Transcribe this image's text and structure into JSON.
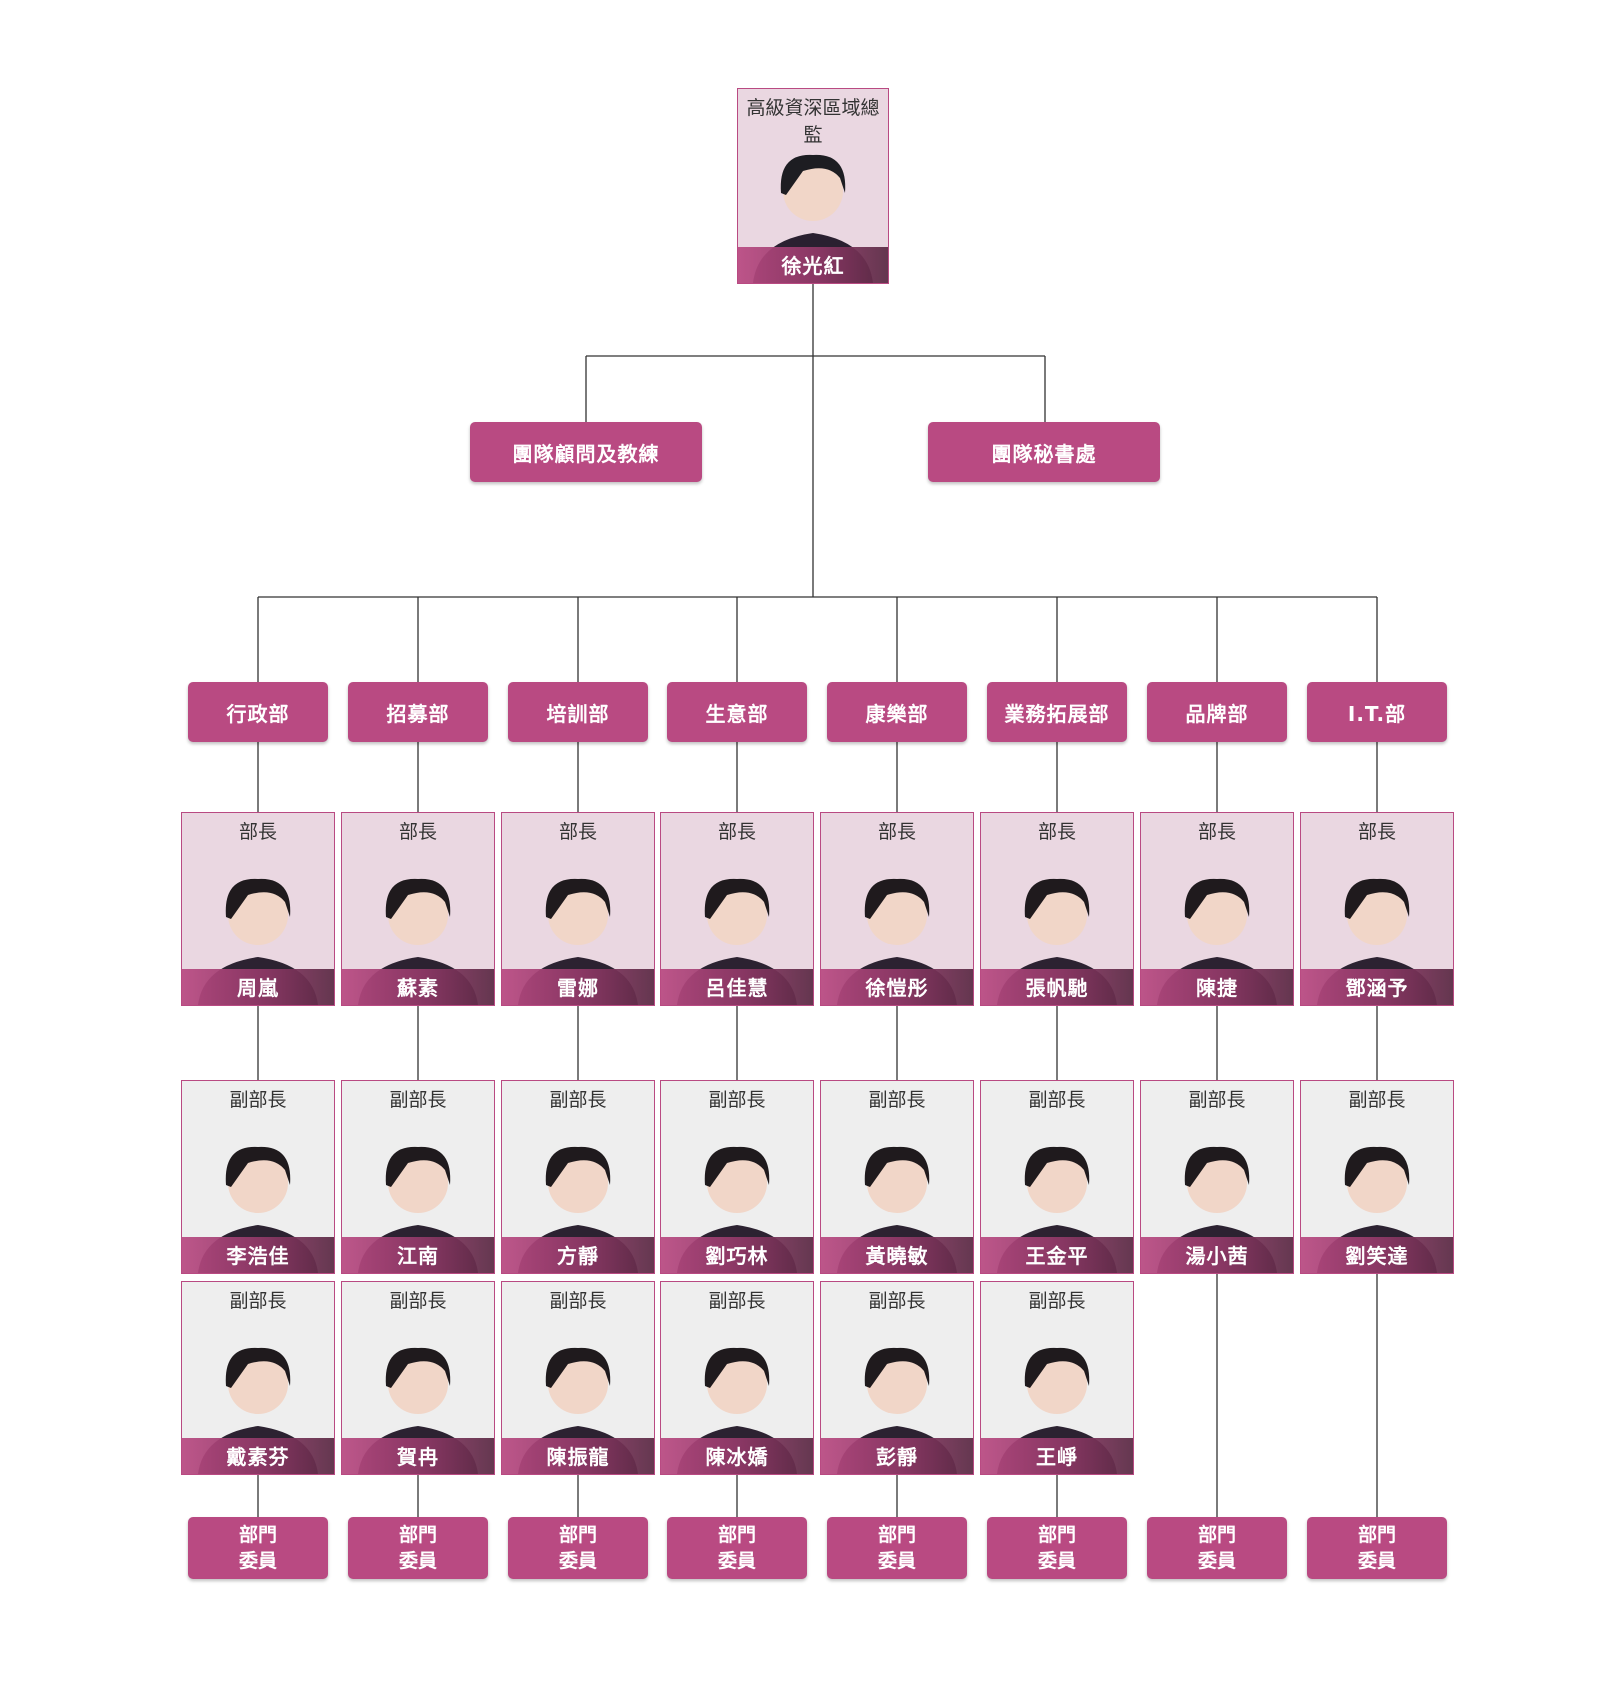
{
  "colors": {
    "accent": "#b94a82",
    "line": "#333333",
    "card_pink": "#ead7e1",
    "card_grey": "#eeeeee"
  },
  "director": {
    "role": "高級資深區域總監",
    "name": "徐光紅"
  },
  "advisors": [
    {
      "label": "團隊顧問及教練"
    },
    {
      "label": "團隊秘書處"
    }
  ],
  "departments": [
    {
      "name": "行政部",
      "head": {
        "role": "部長",
        "name": "周嵐"
      },
      "deputies": [
        {
          "role": "副部長",
          "name": "李浩佳"
        },
        {
          "role": "副部長",
          "name": "戴素芬"
        }
      ]
    },
    {
      "name": "招募部",
      "head": {
        "role": "部長",
        "name": "蘇素"
      },
      "deputies": [
        {
          "role": "副部長",
          "name": "江南"
        },
        {
          "role": "副部長",
          "name": "賀冉"
        }
      ]
    },
    {
      "name": "培訓部",
      "head": {
        "role": "部長",
        "name": "雷娜"
      },
      "deputies": [
        {
          "role": "副部長",
          "name": "方靜"
        },
        {
          "role": "副部長",
          "name": "陳振龍"
        }
      ]
    },
    {
      "name": "生意部",
      "head": {
        "role": "部長",
        "name": "呂佳慧"
      },
      "deputies": [
        {
          "role": "副部長",
          "name": "劉巧林"
        },
        {
          "role": "副部長",
          "name": "陳冰嬌"
        }
      ]
    },
    {
      "name": "康樂部",
      "head": {
        "role": "部長",
        "name": "徐愷彤"
      },
      "deputies": [
        {
          "role": "副部長",
          "name": "黃曉敏"
        },
        {
          "role": "副部長",
          "name": "彭靜"
        }
      ]
    },
    {
      "name": "業務拓展部",
      "head": {
        "role": "部長",
        "name": "張帆馳"
      },
      "deputies": [
        {
          "role": "副部長",
          "name": "王金平"
        },
        {
          "role": "副部長",
          "name": "王崢"
        }
      ]
    },
    {
      "name": "品牌部",
      "head": {
        "role": "部長",
        "name": "陳捷"
      },
      "deputies": [
        {
          "role": "副部長",
          "name": "湯小茜"
        }
      ]
    },
    {
      "name": "I.T.部",
      "head": {
        "role": "部長",
        "name": "鄧涵予"
      },
      "deputies": [
        {
          "role": "副部長",
          "name": "劉笑達"
        }
      ]
    }
  ],
  "committee_label": "部門\n委員",
  "icons": {
    "portrait": "person-portrait-icon"
  }
}
